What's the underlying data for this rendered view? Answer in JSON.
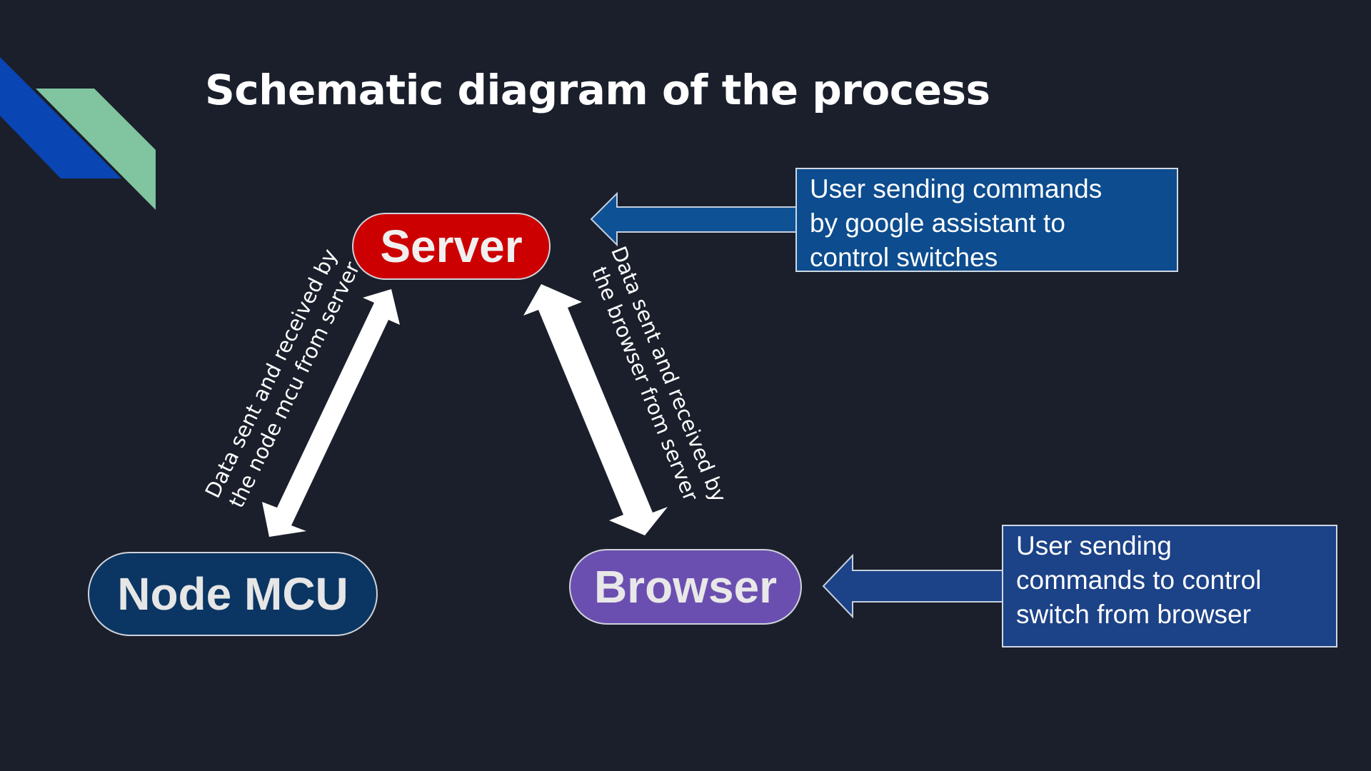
{
  "slide": {
    "title": "Schematic diagram of the process"
  },
  "nodes": {
    "server": "Server",
    "node_mcu": "Node MCU",
    "browser": "Browser"
  },
  "connector_labels": {
    "mcu_server": [
      "Data sent and received by",
      "the node mcu from server"
    ],
    "browser_server": [
      "Data sent and received by",
      "the browser from server"
    ]
  },
  "notes": {
    "google_assistant": [
      "User sending commands",
      "by google assistant to",
      "control switches"
    ],
    "browser": [
      "User sending",
      "commands to control",
      "switch from browser"
    ]
  },
  "colors": {
    "background": "#1a1f2b",
    "server": "#cc0000",
    "node_mcu": "#0b3663",
    "browser": "#6b4fb0",
    "note_google": "#0d4c8e",
    "note_browser": "#1c4287",
    "deco_blue": "#0a45b4",
    "deco_green": "#80c4a0"
  }
}
